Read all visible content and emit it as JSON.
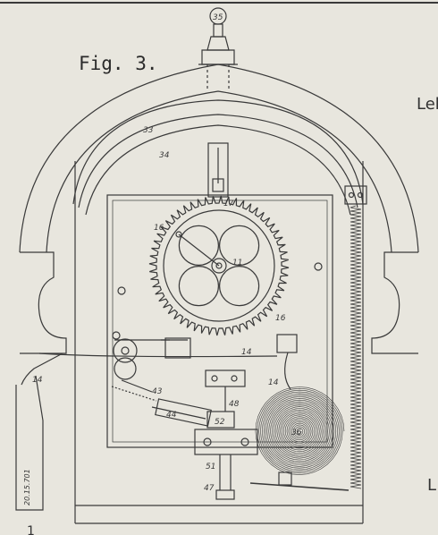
{
  "figure": {
    "title": "Fig. 3."
  },
  "margin_text": {
    "right_top": "Leb",
    "right_bottom": "L",
    "bottom_left": "1"
  },
  "stamp": "20.15.701",
  "labels": [
    {
      "id": "35",
      "text": "35"
    },
    {
      "id": "33",
      "text": "33"
    },
    {
      "id": "34",
      "text": "34"
    },
    {
      "id": "17",
      "text": "17"
    },
    {
      "id": "16a",
      "text": "16"
    },
    {
      "id": "11",
      "text": "11"
    },
    {
      "id": "16b",
      "text": "16"
    },
    {
      "id": "14a",
      "text": "14"
    },
    {
      "id": "14b",
      "text": "14"
    },
    {
      "id": "14c",
      "text": "14"
    },
    {
      "id": "43",
      "text": "43"
    },
    {
      "id": "44",
      "text": "44"
    },
    {
      "id": "48",
      "text": "48"
    },
    {
      "id": "52",
      "text": "52"
    },
    {
      "id": "51",
      "text": "51"
    },
    {
      "id": "47",
      "text": "47"
    },
    {
      "id": "36",
      "text": "36"
    }
  ],
  "colors": {
    "paper": "#e8e6de",
    "ink": "#3a3a3a"
  }
}
